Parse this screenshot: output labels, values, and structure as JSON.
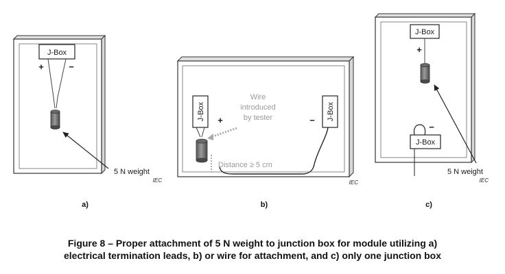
{
  "panel_a": {
    "jbox": "J-Box",
    "plus": "+",
    "minus": "−",
    "weight": "5 N weight",
    "iec": "IEC",
    "sublabel": "a)"
  },
  "panel_b": {
    "jbox_left": "J-Box",
    "jbox_right": "J-Box",
    "plus": "+",
    "minus": "−",
    "wire_note": [
      "Wire",
      "introduced",
      "by tester"
    ],
    "distance": "Distance ≥ 5 cm",
    "iec": "IEC",
    "sublabel": "b)"
  },
  "panel_c": {
    "jbox_top": "J-Box",
    "jbox_bottom": "J-Box",
    "plus": "+",
    "minus": "−",
    "weight": "5 N weight",
    "iec": "IEC",
    "sublabel": "c)"
  },
  "caption": {
    "line1": "Figure 8 – Proper attachment of 5 N weight to junction box for module utilizing a)",
    "line2": "electrical termination leads, b) or wire for attachment, and c) only one junction box"
  }
}
